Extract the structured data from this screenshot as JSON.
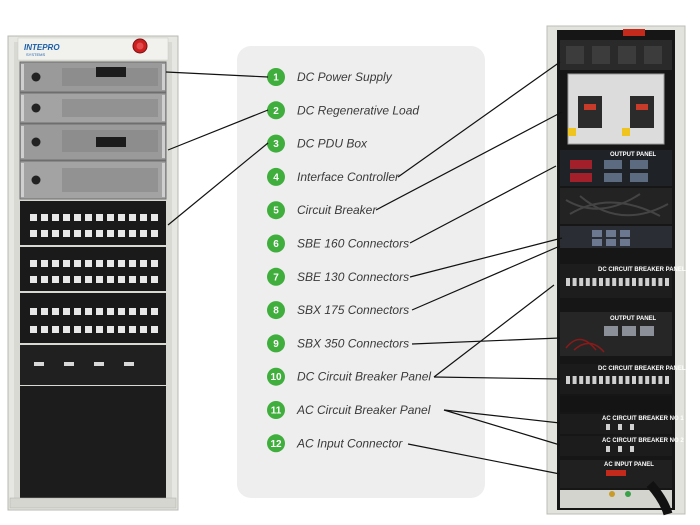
{
  "brand": {
    "name": "INTEPRO",
    "sub": "SYSTEMS"
  },
  "legend": {
    "badge_color": "#3fae3c",
    "items": [
      {
        "num": "1",
        "label": "DC Power Supply"
      },
      {
        "num": "2",
        "label": "DC Regenerative Load"
      },
      {
        "num": "3",
        "label": "DC PDU Box"
      },
      {
        "num": "4",
        "label": "Interface Controller"
      },
      {
        "num": "5",
        "label": "Circuit Breaker"
      },
      {
        "num": "6",
        "label": "SBE 160 Connectors"
      },
      {
        "num": "7",
        "label": "SBE 130 Connectors"
      },
      {
        "num": "8",
        "label": "SBX 175 Connectors"
      },
      {
        "num": "9",
        "label": "SBX 350 Connectors"
      },
      {
        "num": "10",
        "label": "DC Circuit Breaker Panel"
      },
      {
        "num": "11",
        "label": "AC Circuit Breaker Panel"
      },
      {
        "num": "12",
        "label": "AC Input Connector"
      }
    ]
  },
  "right_rack_labels": {
    "output_panel": "OUTPUT PANEL",
    "dc_breaker": "DC CIRCUIT BREAKER PANEL",
    "ac_breaker_1": "AC CIRCUIT BREAKER NO 1",
    "ac_breaker_2": "AC CIRCUIT BREAKER NO 2",
    "ac_input": "AC INPUT PANEL"
  }
}
